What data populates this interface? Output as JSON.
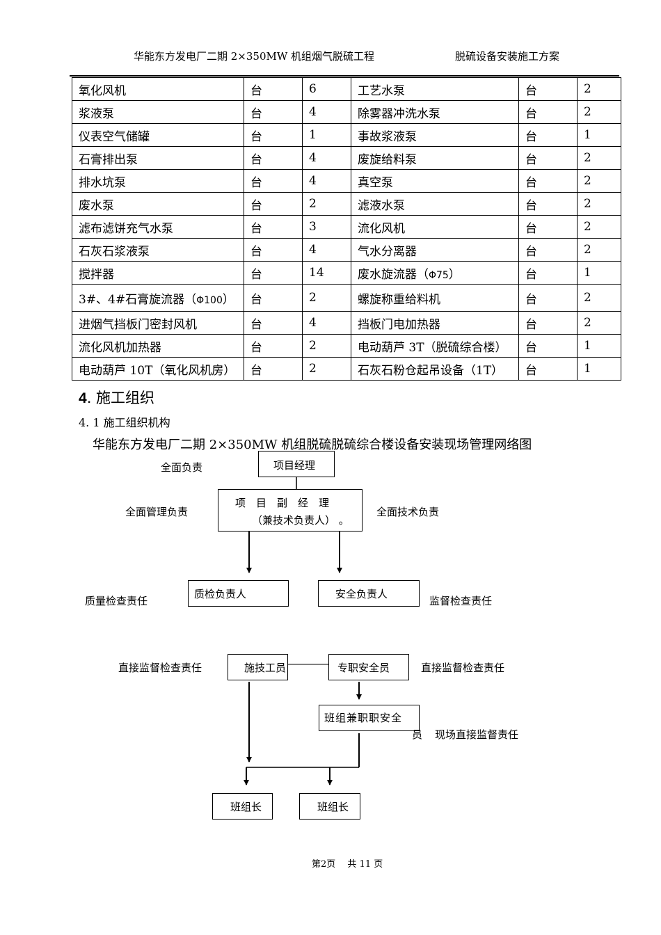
{
  "header": {
    "left": "华能东方发电厂二期 2×350MW 机组烟气脱硫工程",
    "right": "脱硫设备安装施工方案"
  },
  "equipment_table": {
    "rows": [
      [
        "氧化风机",
        "台",
        "6",
        "工艺水泵",
        "台",
        "2"
      ],
      [
        "浆液泵",
        "台",
        "4",
        "除雾器冲洗水泵",
        "台",
        "2"
      ],
      [
        "仪表空气储罐",
        "台",
        "1",
        "事故浆液泵",
        "台",
        "1"
      ],
      [
        "石膏排出泵",
        "台",
        "4",
        "废旋给料泵",
        "台",
        "2"
      ],
      [
        "排水坑泵",
        "台",
        "4",
        "真空泵",
        "台",
        "2"
      ],
      [
        "废水泵",
        "台",
        "2",
        "滤液水泵",
        "台",
        "2"
      ],
      [
        "滤布滤饼充气水泵",
        "台",
        "3",
        "流化风机",
        "台",
        "2"
      ],
      [
        "石灰石浆液泵",
        "台",
        "4",
        "气水分离器",
        "台",
        "2"
      ],
      [
        "搅拌器",
        "台",
        "14",
        "废水旋流器（Φ75）",
        "台",
        "1"
      ],
      [
        "3#、4#石膏旋流器（Φ100）",
        "台",
        "2",
        "螺旋称重给料机",
        "台",
        "2"
      ],
      [
        "进烟气挡板门密封风机",
        "台",
        "4",
        "挡板门电加热器",
        "台",
        "2"
      ],
      [
        "流化风机加热器",
        "台",
        "2",
        "电动葫芦 3T（脱硫综合楼）",
        "台",
        "1"
      ],
      [
        "电动葫芦 10T（氧化风机房）",
        "台",
        "2",
        "石灰石粉仓起吊设备（1T）",
        "台",
        "1"
      ]
    ]
  },
  "section": {
    "number": "4",
    "title": ". 施工组织",
    "sub_number": "4. 1",
    "sub_title": "施工组织机构",
    "chart_title": "华能东方发电厂二期 2×350MW 机组脱硫脱硫综合楼设备安装现场管理网络图"
  },
  "org_chart": {
    "project_manager": "项目经理",
    "pm_note": "全面负责",
    "deputy_line1": "项　目　副　经　理",
    "deputy_line2": "（兼技术负责人）",
    "deputy_mark": "。",
    "deputy_left_note": "全面管理负责",
    "deputy_right_note": "全面技术负责",
    "quality_lead": "质检负责人",
    "quality_note": "质量检查责任",
    "safety_lead": "安全负责人",
    "safety_note": "监督检查责任",
    "technician": "施技工员",
    "technician_note": "直接监督检查责任",
    "safety_officer": "专职安全员",
    "safety_officer_note": "直接监督检查责任",
    "team_safety_line1": "班组兼职职安全",
    "team_safety_line2": "员",
    "team_safety_note": "现场直接监督责任",
    "team_leader_1": "班组长",
    "team_leader_2": "班组长"
  },
  "footer": {
    "page": "第2页",
    "total": "共 11 页"
  }
}
